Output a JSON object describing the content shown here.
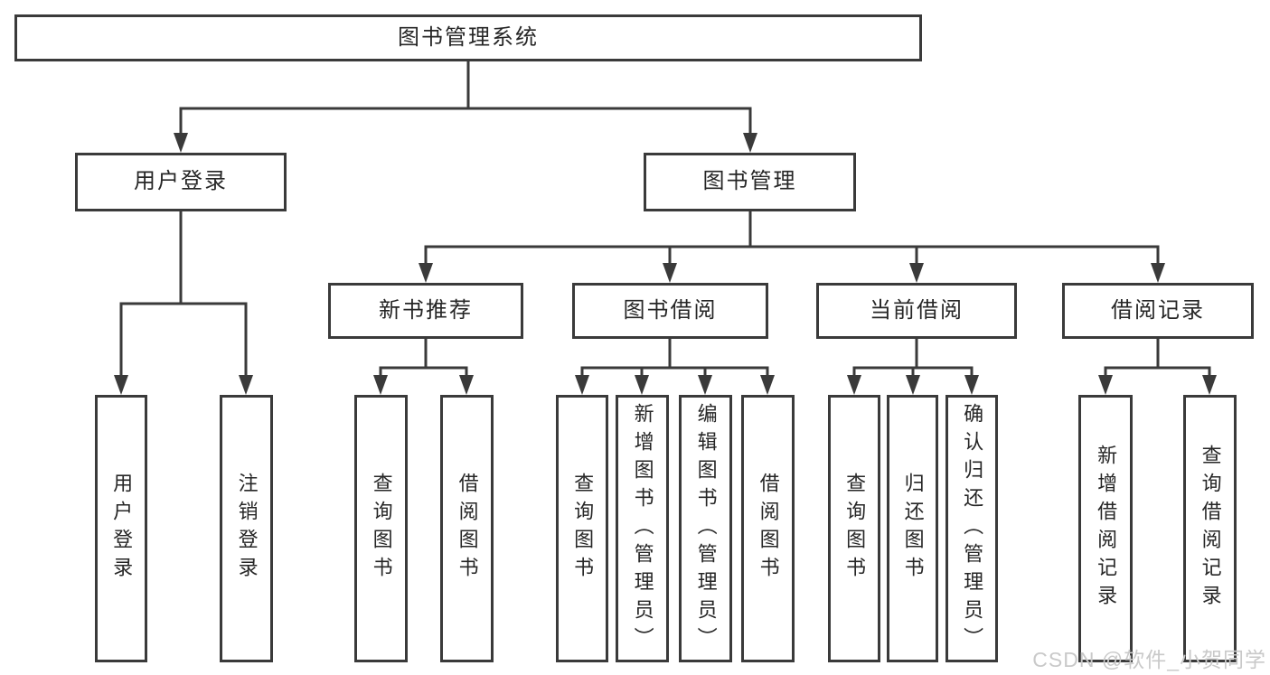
{
  "colors": {
    "line": "#3a3a3a",
    "box_border": "#3a3a3a",
    "box_background": "#ffffff",
    "text": "#262626",
    "watermark_text": "#c9c9c9",
    "background": "#ffffff"
  },
  "watermark": {
    "text": "CSDN @软件_小贺同学"
  },
  "tree": {
    "root": {
      "label": "图书管理系统"
    },
    "branches": [
      {
        "label": "用户登录",
        "children": [
          {
            "label": "用户登录"
          },
          {
            "label": "注销登录"
          }
        ]
      },
      {
        "label": "图书管理",
        "children": [
          {
            "label": "新书推荐",
            "children": [
              {
                "label": "查询图书"
              },
              {
                "label": "借阅图书"
              }
            ]
          },
          {
            "label": "图书借阅",
            "children": [
              {
                "label": "查询图书"
              },
              {
                "label": "新增图书（管理员）"
              },
              {
                "label": "编辑图书（管理员）"
              },
              {
                "label": "借阅图书"
              }
            ]
          },
          {
            "label": "当前借阅",
            "children": [
              {
                "label": "查询图书"
              },
              {
                "label": "归还图书"
              },
              {
                "label": "确认归还（管理员）"
              }
            ]
          },
          {
            "label": "借阅记录",
            "children": [
              {
                "label": "新增借阅记录"
              },
              {
                "label": "查询借阅记录"
              }
            ]
          }
        ]
      }
    ]
  }
}
